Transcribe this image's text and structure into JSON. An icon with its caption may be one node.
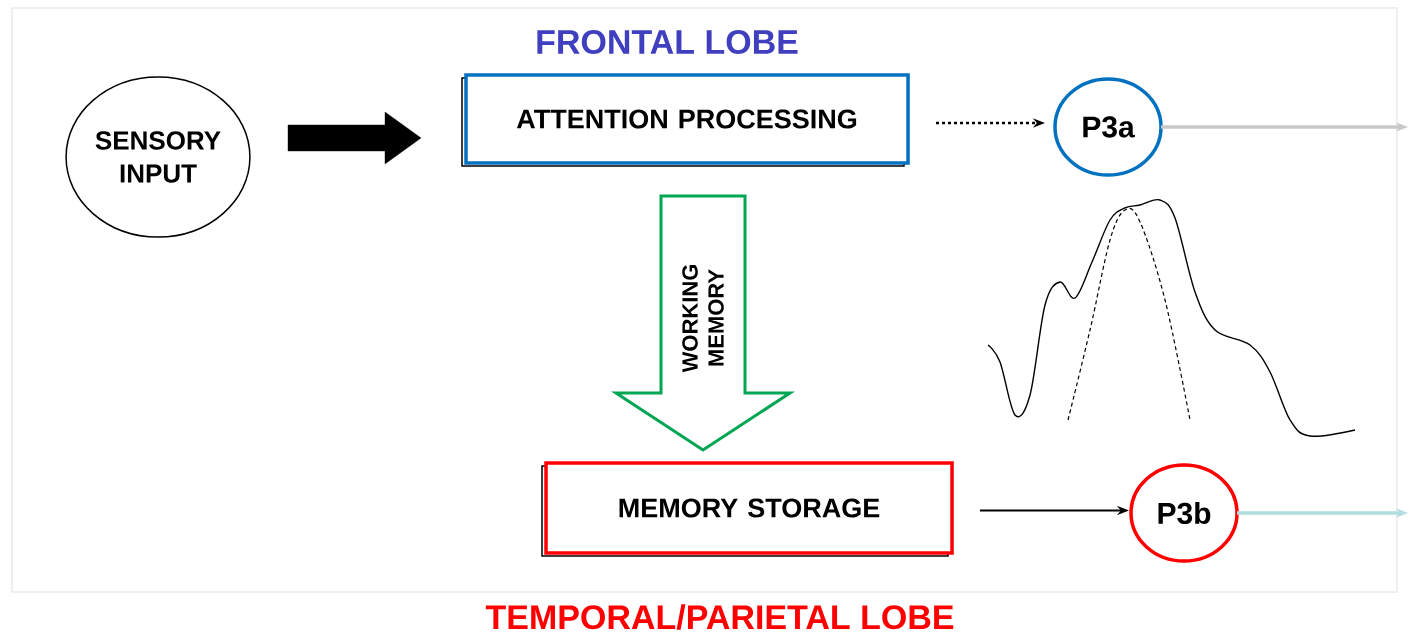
{
  "diagram": {
    "nodes": [
      {
        "text": [
          "SENSORY INPUT"
        ]
      },
      {
        "text": [
          "ATTENTION PROCESSING"
        ],
        "beside": [
          "FRONTAL LOBE"
        ]
      },
      {
        "text": [
          "P3a"
        ]
      },
      {
        "text": [
          "MEMORY STORAGE"
        ],
        "beside": [
          "TEMPORAL/PARIETAL LOBE"
        ]
      },
      {
        "text": [
          "P3b"
        ]
      }
    ],
    "edges": [
      {
        "from": 0,
        "to": 1,
        "arrow": "to",
        "style": "thick"
      },
      {
        "from": 1,
        "to": 2,
        "arrow": "to",
        "style": "dashed"
      },
      {
        "from": 1,
        "to": 3,
        "arrow": "to",
        "style": "thick",
        "color": "#00a651",
        "label": "WORKING MEMORY"
      },
      {
        "from": 3,
        "to": 4,
        "arrow": "to"
      },
      {
        "from": 2,
        "to": null,
        "arrow": "to",
        "color": "#c8c8c8"
      },
      {
        "from": 4,
        "to": null,
        "arrow": "to",
        "color": "#b0dde0"
      }
    ]
  }
}
